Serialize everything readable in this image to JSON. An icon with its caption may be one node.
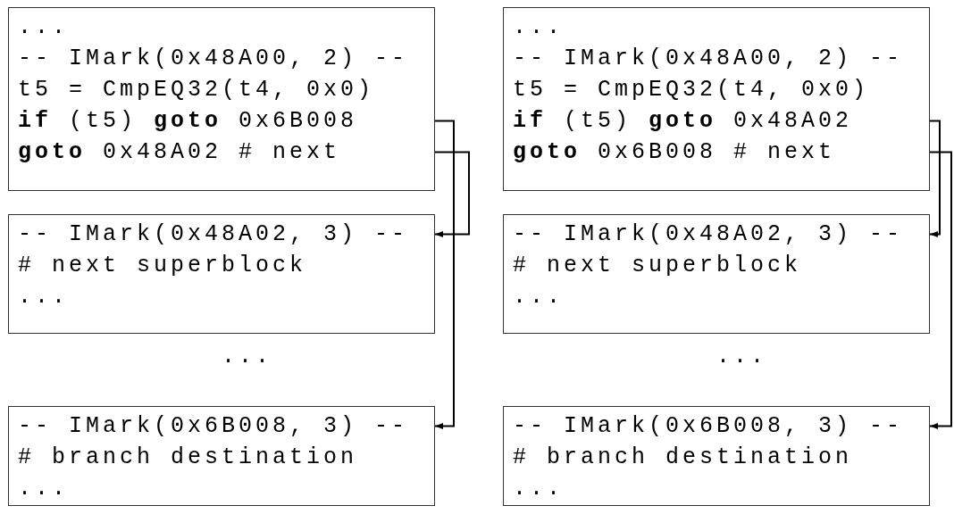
{
  "diagram": {
    "nodes": [
      {
        "text": [
          "...",
          "-- IMark(0x48A00, 2) --",
          "t5 = CmpEQ32(t4, 0x0)",
          "**if** (t5) **goto** 0x6B008",
          "**goto** 0x48A02 # next"
        ]
      },
      {
        "text": [
          "-- IMark(0x48A02, 3) --",
          "# next superblock",
          "..."
        ]
      },
      {
        "text": [
          "-- IMark(0x6B008, 3) --",
          "# branch destination",
          "..."
        ]
      },
      {
        "text": [
          "...",
          "-- IMark(0x48A00, 2) --",
          "t5 = CmpEQ32(t4, 0x0)",
          "**if** (t5) **goto** 0x48A02",
          "**goto** 0x6B008 # next"
        ]
      },
      {
        "text": [
          "-- IMark(0x48A02, 3) --",
          "# next superblock",
          "..."
        ]
      },
      {
        "text": [
          "-- IMark(0x6B008, 3) --",
          "# branch destination",
          "..."
        ]
      }
    ],
    "edges": [
      {
        "from": 0,
        "to": 2,
        "arrow": "to"
      },
      {
        "from": 0,
        "to": 1,
        "arrow": "to"
      },
      {
        "from": 3,
        "to": 4,
        "arrow": "to"
      },
      {
        "from": 3,
        "to": 5,
        "arrow": "to"
      }
    ],
    "labels": [
      "...",
      "..."
    ]
  }
}
